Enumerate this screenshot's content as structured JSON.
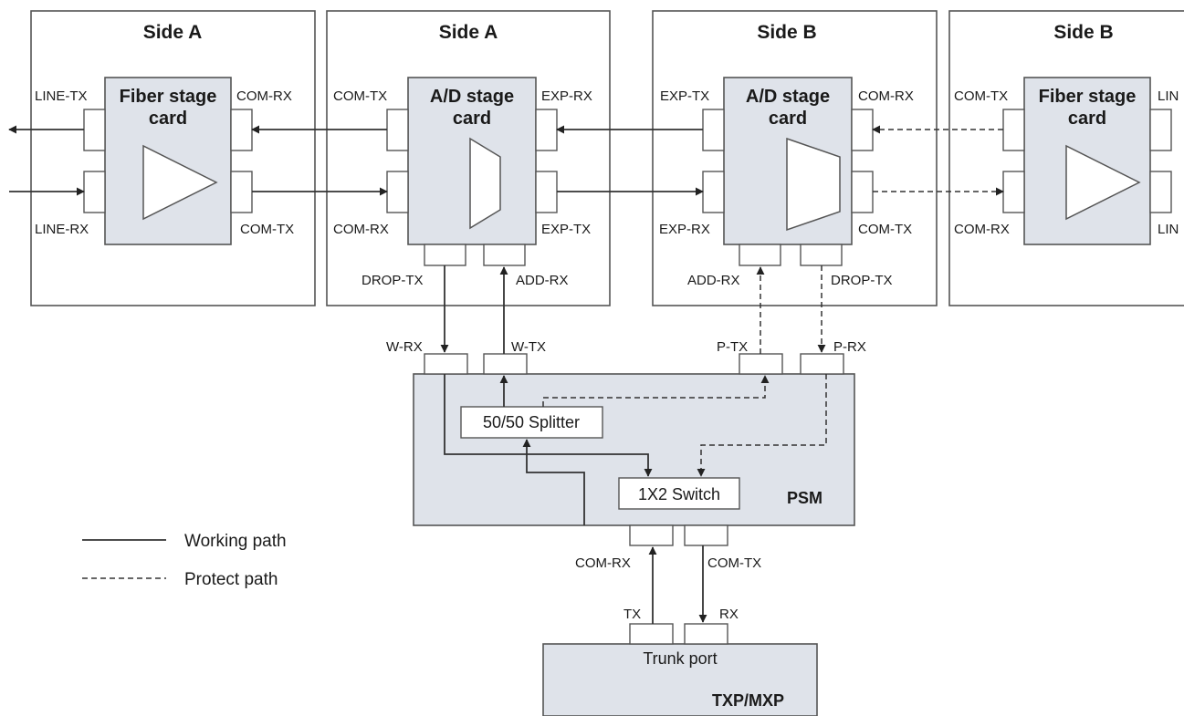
{
  "sides": {
    "a_fiber": "Side A",
    "a_ad": "Side A",
    "b_ad": "Side B",
    "b_fiber": "Side B"
  },
  "cards": {
    "fiber_a": [
      "Fiber stage",
      "card"
    ],
    "ad_a": [
      "A/D stage",
      "card"
    ],
    "ad_b": [
      "A/D stage",
      "card"
    ],
    "fiber_b": [
      "Fiber stage",
      "card"
    ]
  },
  "ports": {
    "line_tx": "LINE-TX",
    "line_rx": "LINE-RX",
    "fa_com_rx": "COM-RX",
    "fa_com_tx": "COM-TX",
    "ada_com_tx": "COM-TX",
    "ada_com_rx": "COM-RX",
    "ada_exp_rx": "EXP-RX",
    "ada_exp_tx": "EXP-TX",
    "ada_drop_tx": "DROP-TX",
    "ada_add_rx": "ADD-RX",
    "adb_exp_tx": "EXP-TX",
    "adb_exp_rx": "EXP-RX",
    "adb_com_rx": "COM-RX",
    "adb_com_tx": "COM-TX",
    "adb_add_rx": "ADD-RX",
    "adb_drop_tx": "DROP-TX",
    "fb_com_tx": "COM-TX",
    "fb_com_rx": "COM-RX",
    "fb_lin_top": "LIN",
    "fb_lin_bottom": "LIN",
    "psm_w_rx": "W-RX",
    "psm_w_tx": "W-TX",
    "psm_p_tx": "P-TX",
    "psm_p_rx": "P-RX",
    "psm_com_rx": "COM-RX",
    "psm_com_tx": "COM-TX",
    "txp_tx": "TX",
    "txp_rx": "RX"
  },
  "psm": {
    "name": "PSM",
    "splitter": "50/50 Splitter",
    "switch": "1X2 Switch"
  },
  "txp": {
    "trunk": "Trunk port",
    "name": "TXP/MXP"
  },
  "legend": {
    "working": "Working path",
    "protect": "Protect path"
  }
}
